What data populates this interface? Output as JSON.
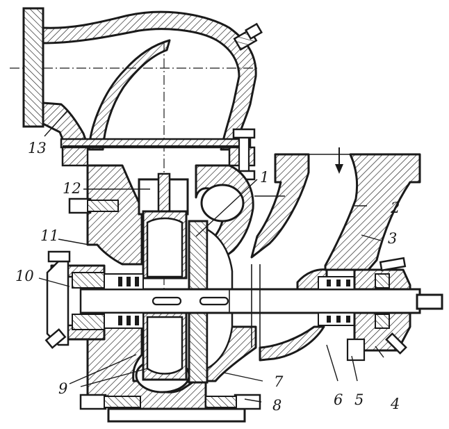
{
  "drawing": {
    "description_colors": {
      "ink": "#1a1a1a",
      "paper": "#ffffff"
    },
    "callouts": [
      {
        "id": "c1",
        "text": "1"
      },
      {
        "id": "c2",
        "text": "2"
      },
      {
        "id": "c3",
        "text": "3"
      },
      {
        "id": "c4",
        "text": "4"
      },
      {
        "id": "c5",
        "text": "5"
      },
      {
        "id": "c6",
        "text": "6"
      },
      {
        "id": "c7",
        "text": "7"
      },
      {
        "id": "c8",
        "text": "8"
      },
      {
        "id": "c9",
        "text": "9"
      },
      {
        "id": "c10",
        "text": "10"
      },
      {
        "id": "c11",
        "text": "11"
      },
      {
        "id": "c12",
        "text": "12"
      },
      {
        "id": "c13",
        "text": "13"
      }
    ]
  }
}
